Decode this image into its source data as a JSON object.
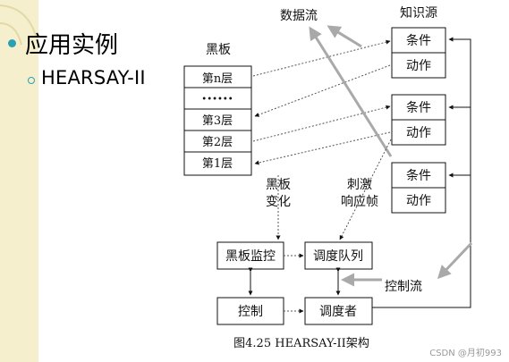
{
  "slide": {
    "bullet1": "应用实例",
    "bullet2": "HEARSAY-II"
  },
  "diagram": {
    "blackboard_title": "黑板",
    "layers": [
      "第n层",
      "••••••",
      "第3层",
      "第2层",
      "第1层"
    ],
    "datastream_label": "数据流",
    "knowledge_title": "知识源",
    "ks_condition": "条件",
    "ks_action": "动作",
    "bb_change_label": [
      "黑板",
      "变化"
    ],
    "stimulus_label": [
      "刺激",
      "响应帧"
    ],
    "monitor_label": "黑板监控",
    "queue_label": "调度队列",
    "control_label": "控制",
    "scheduler_label": "调度者",
    "control_flow_label": "控制流",
    "caption": "图4.25 HEARSAY-II架构"
  },
  "watermark": "CSDN @月初993",
  "colors": {
    "accent": "#2aa1b3",
    "stripe": "#f5efcd",
    "gray_arrow": "#a9a9a9"
  }
}
